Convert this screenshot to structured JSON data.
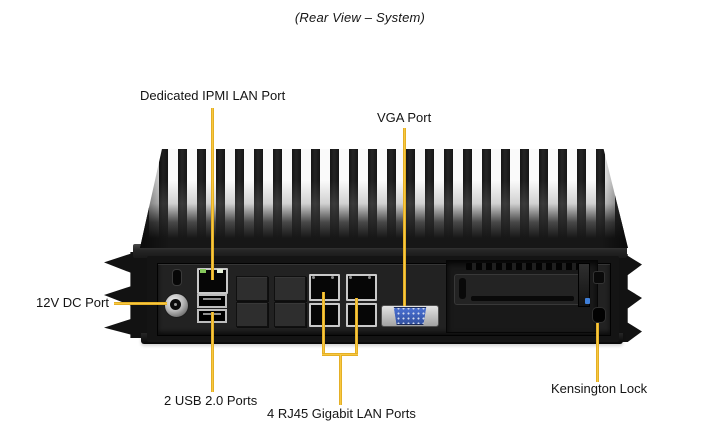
{
  "title": "(Rear View – System)",
  "callouts": {
    "ipmi": {
      "label": "Dedicated IPMI LAN Port"
    },
    "vga": {
      "label": "VGA Port"
    },
    "dc": {
      "label": "12V DC Port"
    },
    "usb": {
      "label": "2 USB 2.0 Ports"
    },
    "lan": {
      "label": "4 RJ45 Gigabit LAN Ports"
    },
    "kensington": {
      "label": "Kensington Lock"
    }
  },
  "device": {
    "view": "rear",
    "features": [
      "heatsink-fins-top",
      "dc-power-jack",
      "dedicated-ipmi-lan-port",
      "usb2-port-1",
      "usb2-port-2",
      "blank-cutouts-x4",
      "rj45-gigabit-lan-x4",
      "vga-port",
      "expansion-slot-bracket",
      "kensington-lock-slot",
      "status-led-blue"
    ]
  },
  "colors": {
    "callout-gold": "#EDB421",
    "vga-blue": "#3D62C4",
    "led-blue": "#3F7FD9",
    "led-green": "#86C95C",
    "chassis-black": "#161616",
    "bezel-silver": "#C9C9C9"
  }
}
